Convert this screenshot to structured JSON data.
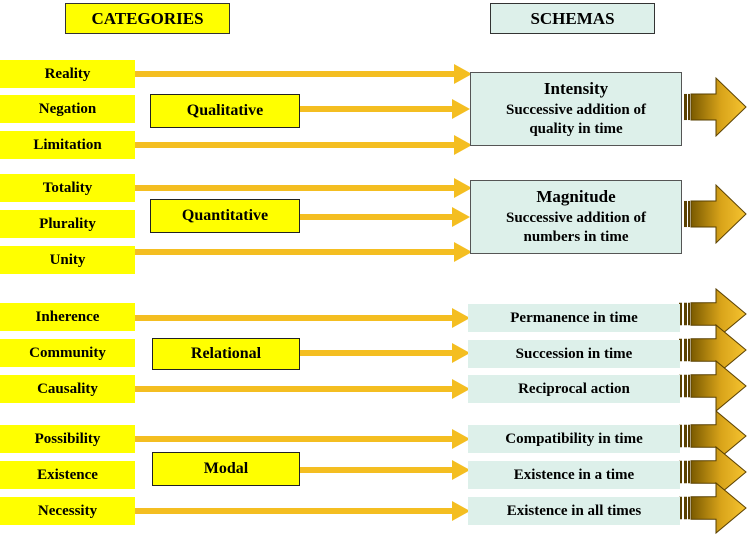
{
  "headers": {
    "categories": "CATEGORIES",
    "schemas": "SCHEMAS"
  },
  "colors": {
    "category_fill": "#ffff00",
    "schema_fill": "#ddf0ea",
    "arrow": "#f4be21",
    "big_arrow_dark": "#7a5a00"
  },
  "groups": [
    {
      "name": "Qualitative",
      "categories": [
        "Reality",
        "Negation",
        "Limitation"
      ],
      "schema": {
        "title": "Intensity",
        "line1": "Successive addition of",
        "line2": "quality in time"
      }
    },
    {
      "name": "Quantitative",
      "categories": [
        "Totality",
        "Plurality",
        "Unity"
      ],
      "schema": {
        "title": "Magnitude",
        "line1": "Successive addition of",
        "line2": "numbers in time"
      }
    },
    {
      "name": "Relational",
      "categories": [
        "Inherence",
        "Community",
        "Causality"
      ],
      "schemas": [
        "Permanence in time",
        "Succession in time",
        "Reciprocal action"
      ]
    },
    {
      "name": "Modal",
      "categories": [
        "Possibility",
        "Existence",
        "Necessity"
      ],
      "schemas": [
        "Compatibility in time",
        "Existence in a time",
        "Existence in all times"
      ]
    }
  ]
}
